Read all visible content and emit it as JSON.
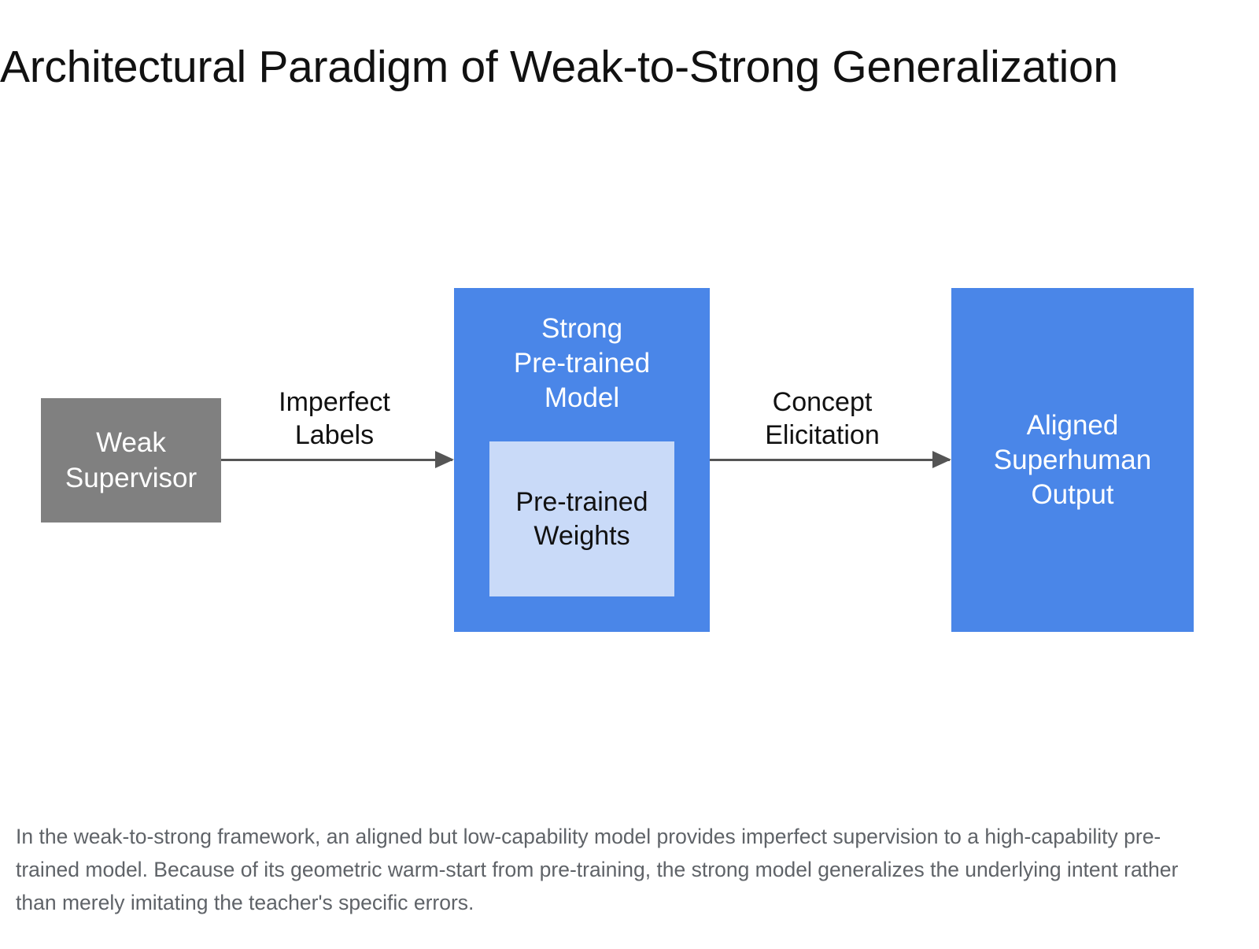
{
  "title": "Architectural Paradigm of Weak-to-Strong Generalization",
  "diagram": {
    "nodes": {
      "weak_supervisor": "Weak\nSupervisor",
      "strong_model": "Strong\nPre-trained\nModel",
      "pretrained_weights": "Pre-trained\nWeights",
      "aligned_output": "Aligned\nSuperhuman\nOutput"
    },
    "edges": {
      "imperfect_labels": "Imperfect\nLabels",
      "concept_elicitation": "Concept\nElicitation"
    },
    "colors": {
      "weak_box": "#808080",
      "strong_box": "#4a86e8",
      "weights_box": "#c9daf8",
      "output_box": "#4a86e8",
      "arrow": "#555555"
    }
  },
  "caption": "In the weak-to-strong framework, an aligned but low-capability model provides imperfect supervision to a high-capability pre-trained model. Because of its geometric warm-start from pre-training, the strong model generalizes the underlying intent rather than merely imitating the teacher's specific errors."
}
